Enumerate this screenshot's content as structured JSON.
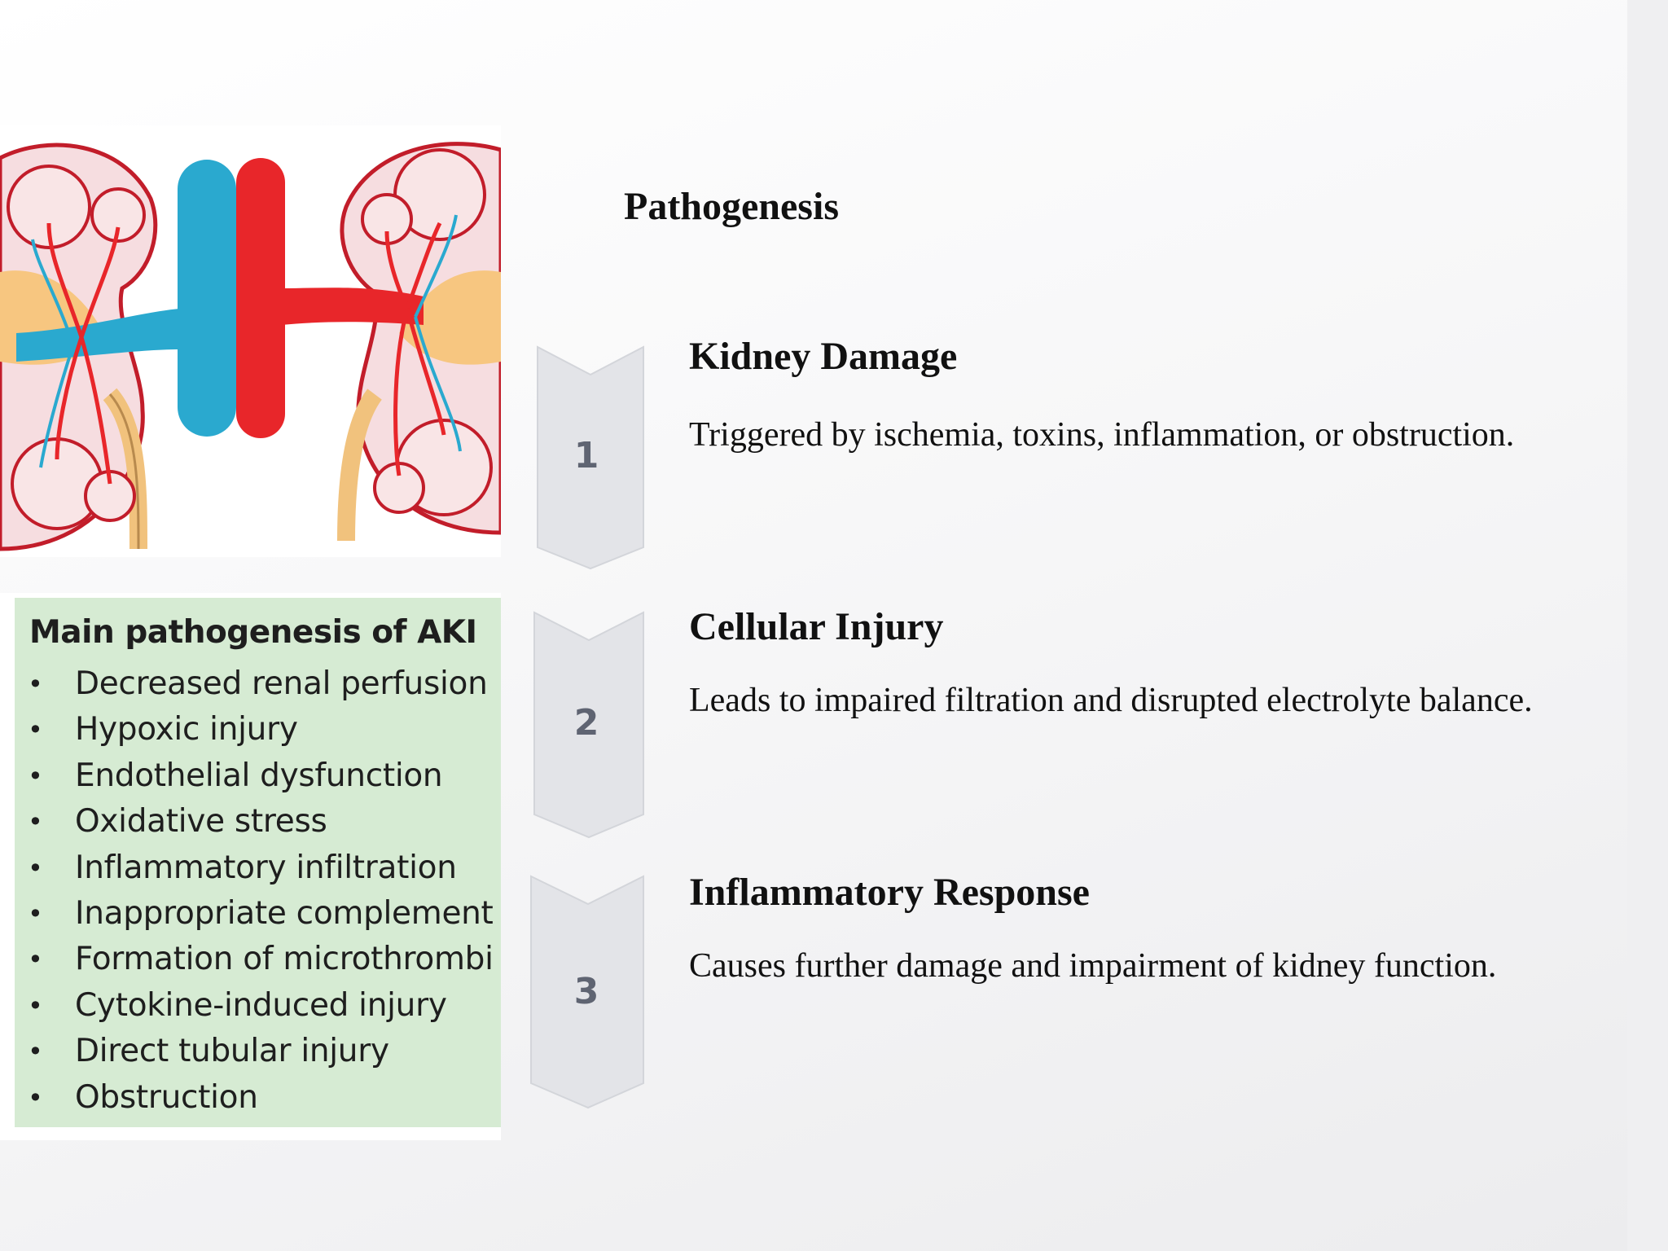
{
  "title": "Pathogenesis",
  "figure": {
    "icon": "kidneys-illustration-icon"
  },
  "aki_box": {
    "title": "Main pathogenesis of AKI",
    "items": [
      "Decreased renal perfusion",
      "Hypoxic injury",
      "Endothelial dysfunction",
      "Oxidative stress",
      "Inflammatory infiltration",
      "Inappropriate complement a",
      "Formation of microthrombi",
      "Cytokine-induced injury",
      "Direct tubular injury",
      "Obstruction"
    ]
  },
  "steps": [
    {
      "number": "1",
      "heading": "Kidney Damage",
      "description": "Triggered by ischemia, toxins, inflammation, or obstruction."
    },
    {
      "number": "2",
      "heading": "Cellular Injury",
      "description": "Leads to impaired filtration and disrupted electrolyte balance."
    },
    {
      "number": "3",
      "heading": "Inflammatory Response",
      "description": "Causes further damage and impairment of kidney function."
    }
  ],
  "colors": {
    "vein": "#2aa9cf",
    "artery": "#e8262a",
    "aki_box_bg": "#d6ebd3",
    "chevron": "#e3e4e8"
  }
}
